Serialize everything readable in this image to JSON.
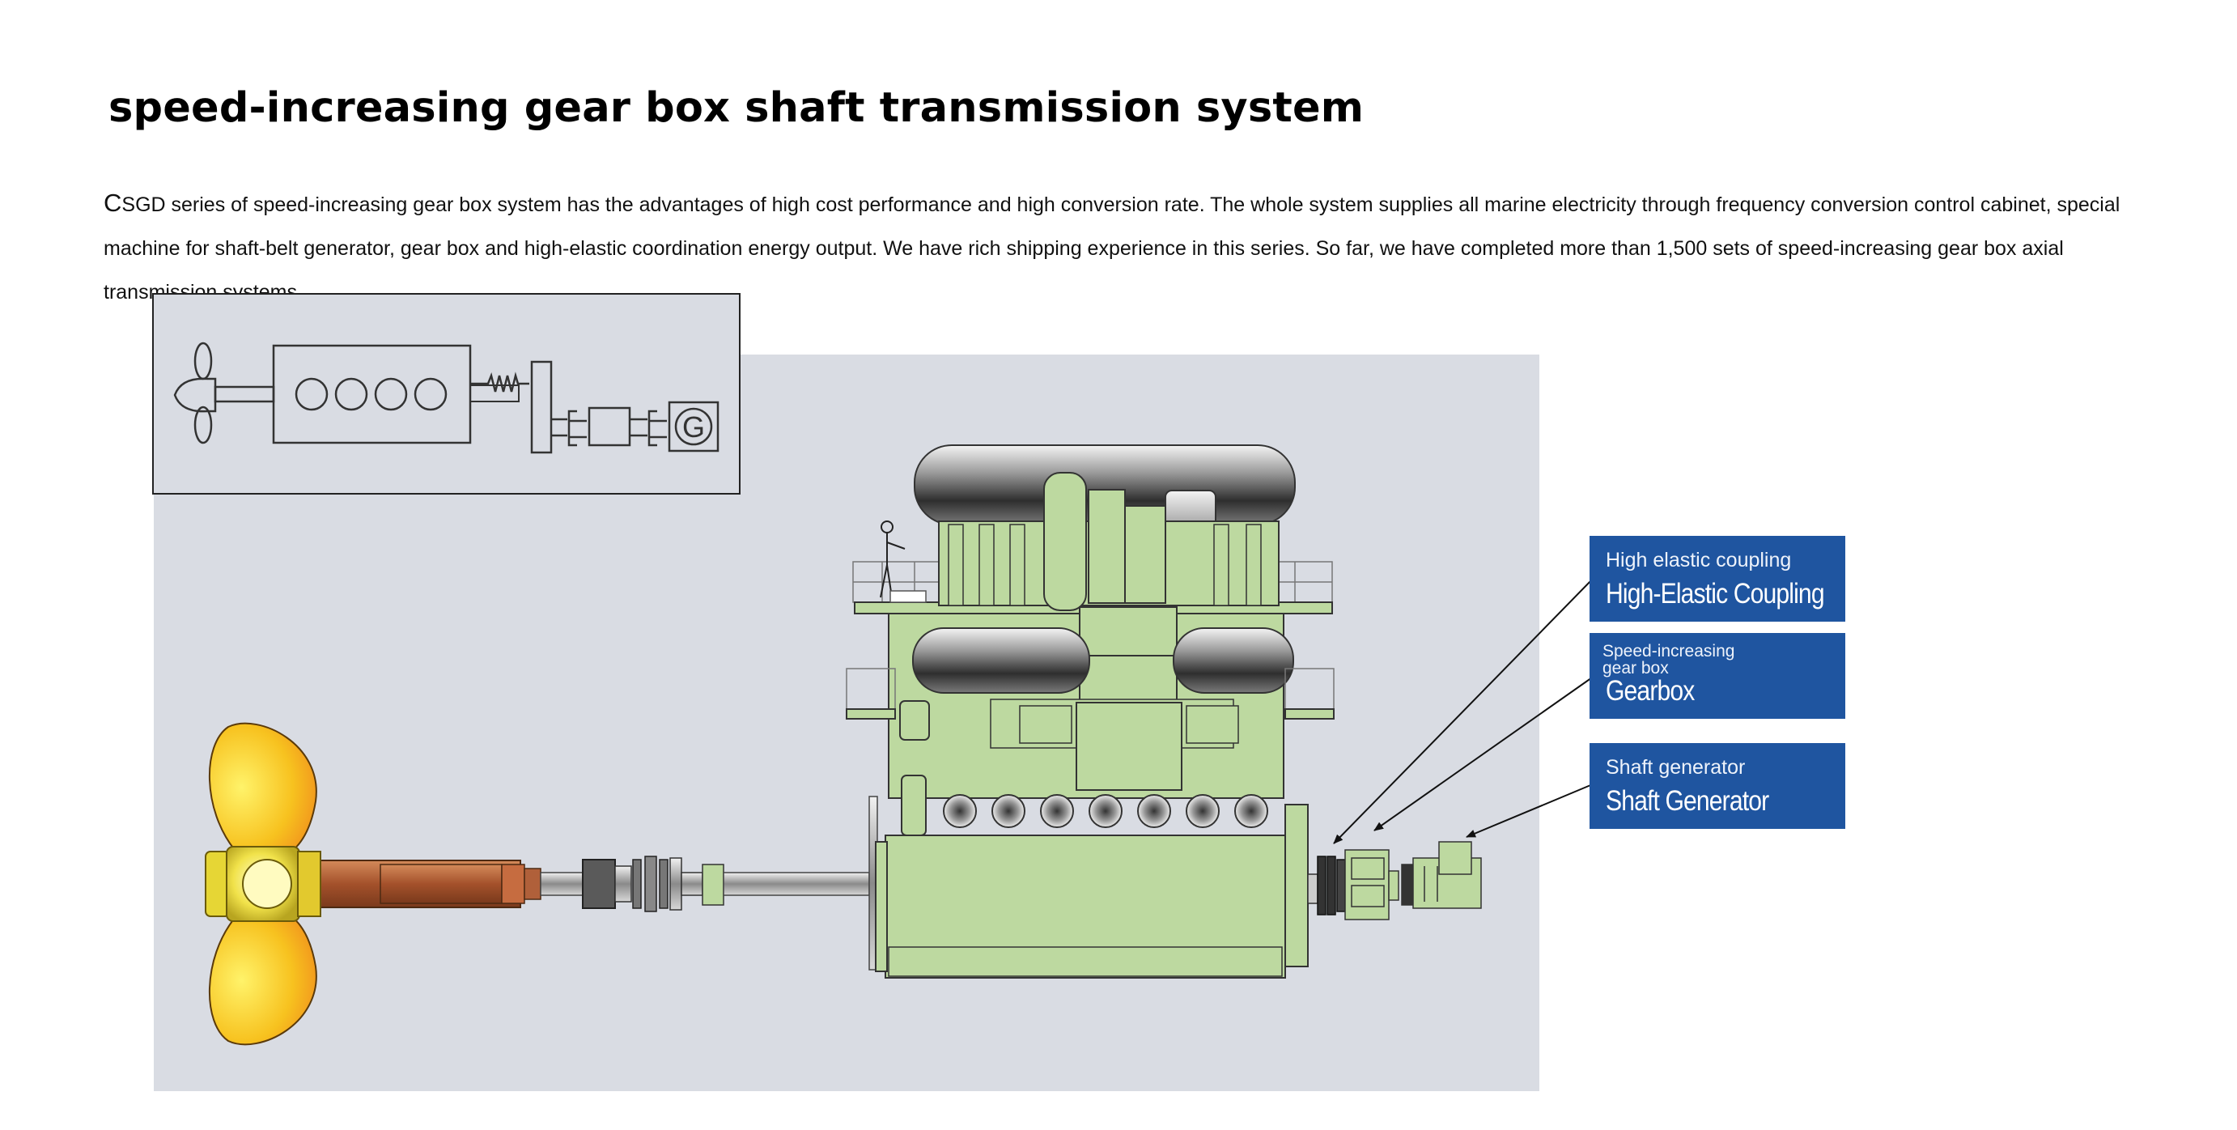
{
  "title": "speed-increasing gear box shaft transmission system",
  "description": {
    "first_letter": "C",
    "text": "SGD series of speed-increasing gear box system has the advantages of high cost performance and high conversion rate. The whole system supplies all marine electricity through frequency conversion control cabinet, special machine for shaft-belt generator, gear box and high-elastic coordination energy output. We have rich shipping experience in this series. So far, we have completed more than 1,500 sets of speed-increasing gear box axial transmission systems."
  },
  "schematic": {
    "generator_symbol": "G"
  },
  "labels": [
    {
      "small": "High elastic coupling",
      "big": "High-Elastic Coupling"
    },
    {
      "small": "Speed-increasing gear box",
      "big": "Gearbox"
    },
    {
      "small": "Shaft generator",
      "big": "Shaft Generator"
    }
  ],
  "colors": {
    "label_blue": "#1f55a0",
    "panel_gray": "#d9dce3",
    "engine_green": "#bdd9a0",
    "propeller_yellow": "#f6c026",
    "shaft_brown": "#b0603a"
  }
}
